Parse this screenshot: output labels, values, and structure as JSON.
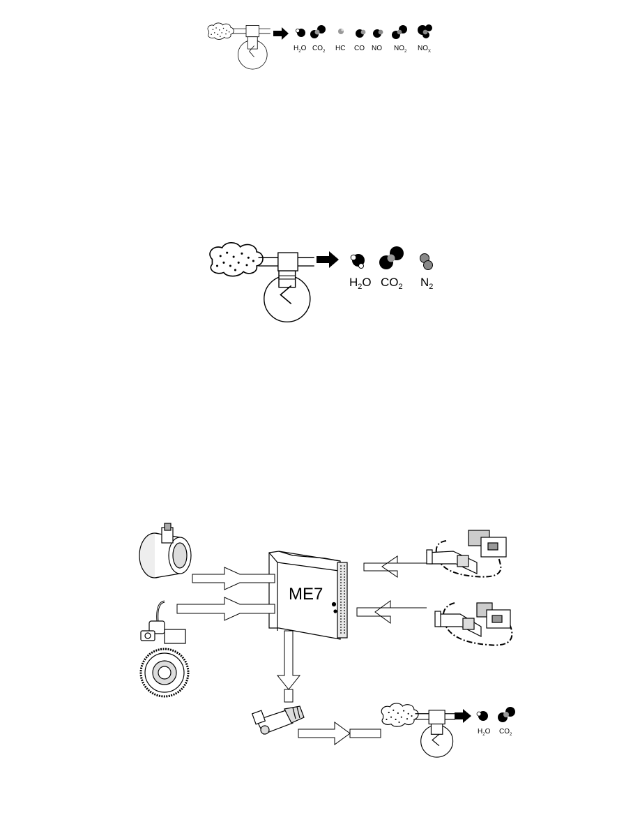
{
  "diagram1": {
    "molecules": [
      {
        "main": "H",
        "sub": "2",
        "tail": "O"
      },
      {
        "main": "CO",
        "sub": "2",
        "tail": ""
      },
      {
        "main": "HC",
        "sub": "",
        "tail": ""
      },
      {
        "main": "CO",
        "sub": "",
        "tail": ""
      },
      {
        "main": "NO",
        "sub": "",
        "tail": ""
      },
      {
        "main": "NO",
        "sub": "2",
        "tail": ""
      },
      {
        "main": "NO",
        "sub": "X",
        "tail": ""
      }
    ]
  },
  "diagram2": {
    "molecules": [
      {
        "main": "H",
        "sub": "2",
        "tail": "O"
      },
      {
        "main": "CO",
        "sub": "2",
        "tail": ""
      },
      {
        "main": "N",
        "sub": "2",
        "tail": ""
      }
    ]
  },
  "diagram3": {
    "ecu_label": "ME7",
    "molecules": [
      {
        "main": "H",
        "sub": "2",
        "tail": "O"
      },
      {
        "main": "CO",
        "sub": "2",
        "tail": ""
      }
    ]
  },
  "colors": {
    "line": "#000000",
    "grey": "#8a8a8a",
    "light": "#cfcfcf"
  }
}
